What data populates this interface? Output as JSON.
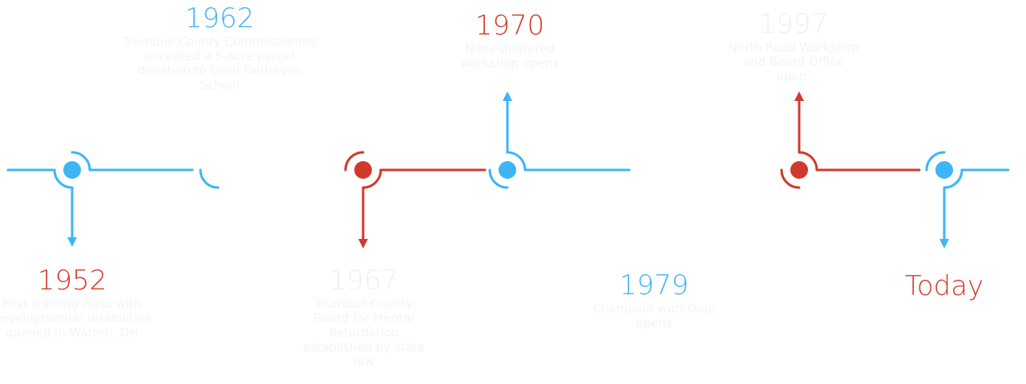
{
  "colors": {
    "blue": "#3fb5f7",
    "red": "#d03a2c",
    "faint": "#f2f2f2"
  },
  "events": [
    {
      "year": "1952",
      "color": "red",
      "desc": "First training class with developmental disabilities opened in Warren, OH"
    },
    {
      "year": "1962",
      "color": "blue",
      "desc": "Trumbull County Commissioners accepted a 5-acre parcel donation to build Fairhaven School"
    },
    {
      "year": "1967",
      "color": "faint",
      "desc": "Trumbull County Board for Mental Retardation established by state law"
    },
    {
      "year": "1970",
      "color": "red",
      "desc": "Niles sheltered workshop opens"
    },
    {
      "year": "1979",
      "color": "blue",
      "desc": "Champion workshop opens"
    },
    {
      "year": "1997",
      "color": "faint",
      "desc": "North Road Workshop and Board Office open."
    },
    {
      "year": "Today",
      "color": "red",
      "desc": ""
    }
  ]
}
